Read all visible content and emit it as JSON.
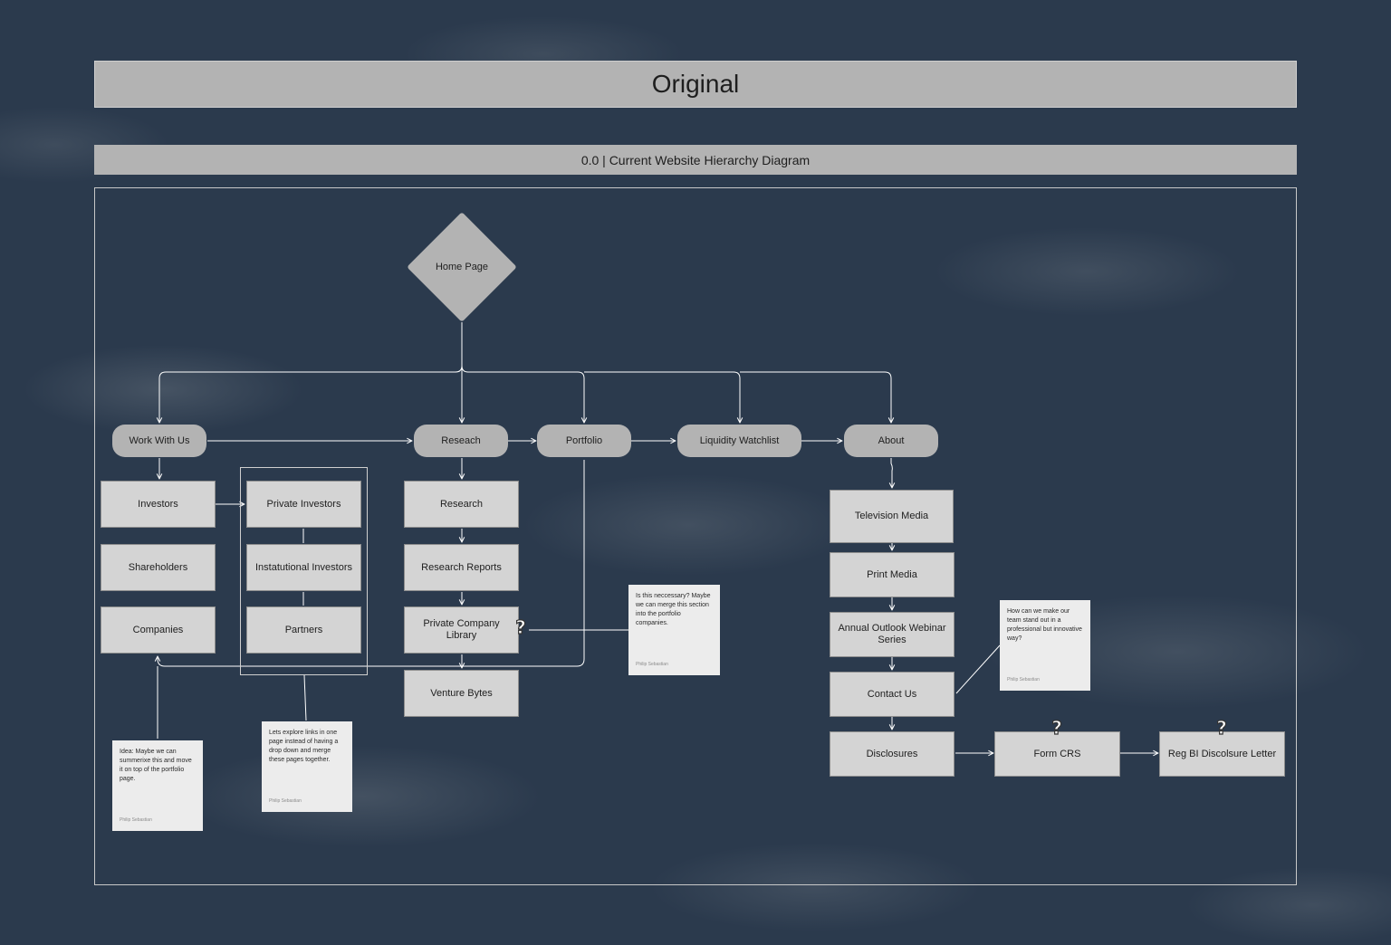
{
  "title": "Original",
  "subtitle": "0.0 | Current Website Hierarchy Diagram",
  "root": {
    "label": "Home Page"
  },
  "top_nav": [
    "Work With Us",
    "Reseach",
    "Portfolio",
    "Liquidity Watchlist",
    "About"
  ],
  "work_with_us": {
    "items": [
      "Investors",
      "Shareholders",
      "Companies"
    ],
    "investor_types": [
      "Private Investors",
      "Instatutional Investors",
      "Partners"
    ]
  },
  "research": {
    "items": [
      "Research",
      "Research Reports",
      "Private Company Library",
      "Venture Bytes"
    ]
  },
  "about": {
    "items": [
      "Television Media",
      "Print Media",
      "Annual Outlook Webinar Series",
      "Contact Us",
      "Disclosures"
    ],
    "disclosure_chain": [
      "Form CRS",
      "Reg BI Discolsure Letter"
    ]
  },
  "notes": [
    {
      "text": "Idea: Maybe we can summerixe this and move it on top of the portfolio page.",
      "author": "Philip Sebastian"
    },
    {
      "text": "Lets explore links in one page instead of having a drop down and merge these pages together.",
      "author": "Philip Sebastian"
    },
    {
      "text": "Is this neccessary? Maybe we can merge this section into the portfolio companies.",
      "author": "Philip Sebastian"
    },
    {
      "text": "How can we make our team stand out in a professional but innovative way?",
      "author": "Philip Sebastian"
    }
  ],
  "question_mark": "?",
  "colors": {
    "background": "#2b3a4d",
    "node_fill": "#b3b3b3",
    "box_fill": "#d4d4d4",
    "connector": "#ffffff",
    "note_fill": "#ececec"
  },
  "icons": [
    "question-mark-icon",
    "arrow-icon"
  ]
}
